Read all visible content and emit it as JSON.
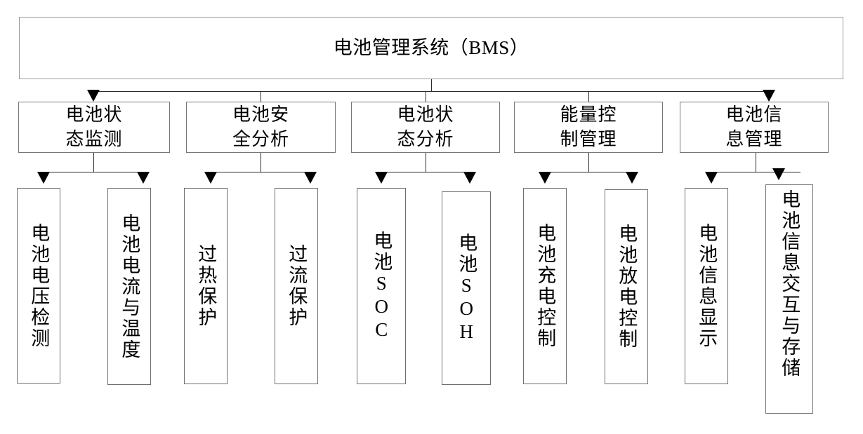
{
  "diagram": {
    "title": "电池管理系统（BMS）",
    "type": "hierarchy-tree",
    "levels": 3,
    "root": {
      "label": "电池管理系统（BMS）",
      "orientation": "horizontal"
    },
    "branches": [
      {
        "label": "电池状\n态监测",
        "plain": "电池状态监测",
        "children": [
          {
            "label": "电池电压检测",
            "orientation": "vertical"
          },
          {
            "label": "电池电流与温度",
            "orientation": "vertical"
          }
        ]
      },
      {
        "label": "电池安\n全分析",
        "plain": "电池安全分析",
        "children": [
          {
            "label": "过热保护",
            "orientation": "vertical"
          },
          {
            "label": "过流保护",
            "orientation": "vertical"
          }
        ]
      },
      {
        "label": "电池状\n态分析",
        "plain": "电池状态分析",
        "children": [
          {
            "label": "电池SOC",
            "orientation": "vertical"
          },
          {
            "label": "电池SOH",
            "orientation": "vertical"
          }
        ]
      },
      {
        "label": "能量控\n制管理",
        "plain": "能量控制管理",
        "children": [
          {
            "label": "电池充电控制",
            "orientation": "vertical"
          },
          {
            "label": "电池放电控制",
            "orientation": "vertical"
          }
        ]
      },
      {
        "label": "电池信\n息管理",
        "plain": "电池信息管理",
        "children": [
          {
            "label": "电池信息显示",
            "orientation": "vertical"
          },
          {
            "label": "电池信息交互与存储",
            "orientation": "vertical"
          }
        ]
      }
    ],
    "colors": {
      "background": "#ffffff",
      "box_border": "#6e6e6e",
      "connector": "#2b2b2b",
      "arrowhead": "#000000",
      "text": "#000000"
    }
  }
}
